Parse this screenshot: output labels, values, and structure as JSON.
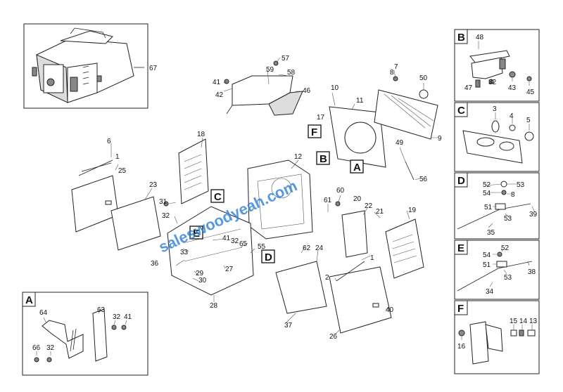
{
  "watermark": "saleswoodyeah.com",
  "callouts": {
    "A": "A",
    "B": "B",
    "C": "C",
    "D": "D",
    "E": "E",
    "F": "F"
  },
  "main_numbers": [
    "67",
    "57",
    "59",
    "58",
    "41",
    "42",
    "46",
    "8",
    "7",
    "50",
    "10",
    "11",
    "17",
    "9",
    "18",
    "12",
    "6",
    "1",
    "25",
    "23",
    "31",
    "32",
    "49",
    "56",
    "60",
    "61",
    "20",
    "22",
    "21",
    "19",
    "33",
    "41",
    "32",
    "65",
    "55",
    "62",
    "24",
    "29",
    "30",
    "36",
    "27",
    "28",
    "1",
    "2",
    "37",
    "40",
    "26",
    "31"
  ],
  "detail_A": {
    "letter": "A",
    "numbers": [
      "64",
      "63",
      "32",
      "41",
      "66",
      "32"
    ]
  },
  "detail_B": {
    "letter": "B",
    "numbers": [
      "48",
      "47",
      "32",
      "43",
      "45"
    ]
  },
  "detail_C": {
    "letter": "C",
    "numbers": [
      "3",
      "4",
      "5"
    ]
  },
  "detail_D": {
    "letter": "D",
    "numbers": [
      "52",
      "53",
      "54",
      "8",
      "51",
      "53",
      "39",
      "35"
    ]
  },
  "detail_E": {
    "letter": "E",
    "numbers": [
      "54",
      "52",
      "51",
      "53",
      "38",
      "34"
    ]
  },
  "detail_F": {
    "letter": "F",
    "numbers": [
      "15",
      "14",
      "13",
      "16"
    ]
  }
}
